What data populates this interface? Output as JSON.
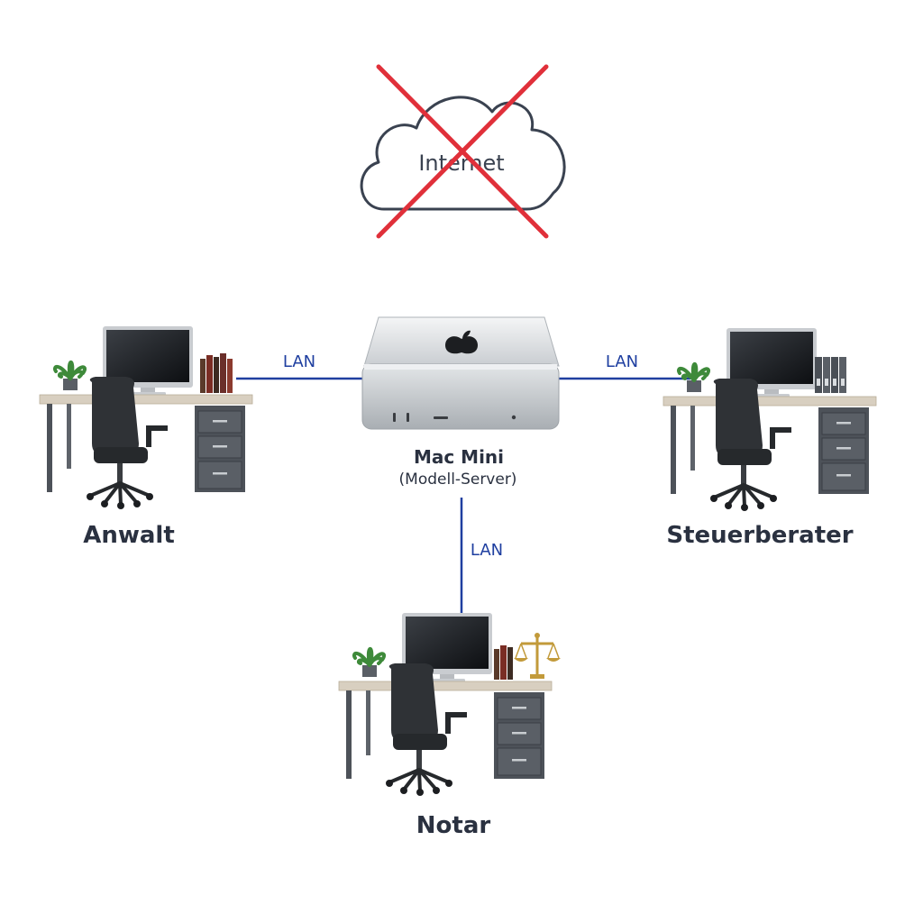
{
  "internet": {
    "label": "Internet",
    "status": "disconnected",
    "icon": "cloud-icon",
    "blocked_icon": "cross-icon"
  },
  "server": {
    "name": "Mac Mini",
    "role": "(Modell-Server)",
    "icon": "mac-mini-icon",
    "logo_icon": "apple-logo-icon"
  },
  "connections": [
    {
      "from": "Anwalt",
      "to": "Mac Mini",
      "label": "LAN"
    },
    {
      "from": "Steuerberater",
      "to": "Mac Mini",
      "label": "LAN"
    },
    {
      "from": "Notar",
      "to": "Mac Mini",
      "label": "LAN"
    }
  ],
  "workstations": [
    {
      "name": "Anwalt",
      "icon": "workstation-desk-icon",
      "accessory": "books-icon"
    },
    {
      "name": "Steuerberater",
      "icon": "workstation-desk-icon",
      "accessory": "binders-icon"
    },
    {
      "name": "Notar",
      "icon": "workstation-desk-icon",
      "accessory": "scales-of-justice-icon"
    }
  ],
  "colors": {
    "lan_line": "#1f3fa0",
    "lan_label": "#1f3fa0",
    "cross": "#e0303a",
    "cloud_stroke": "#3a4250",
    "text": "#2a3140",
    "silver": "#d9dcdf",
    "desk_top": "#d8cfc0",
    "cabinet": "#4d5259"
  }
}
